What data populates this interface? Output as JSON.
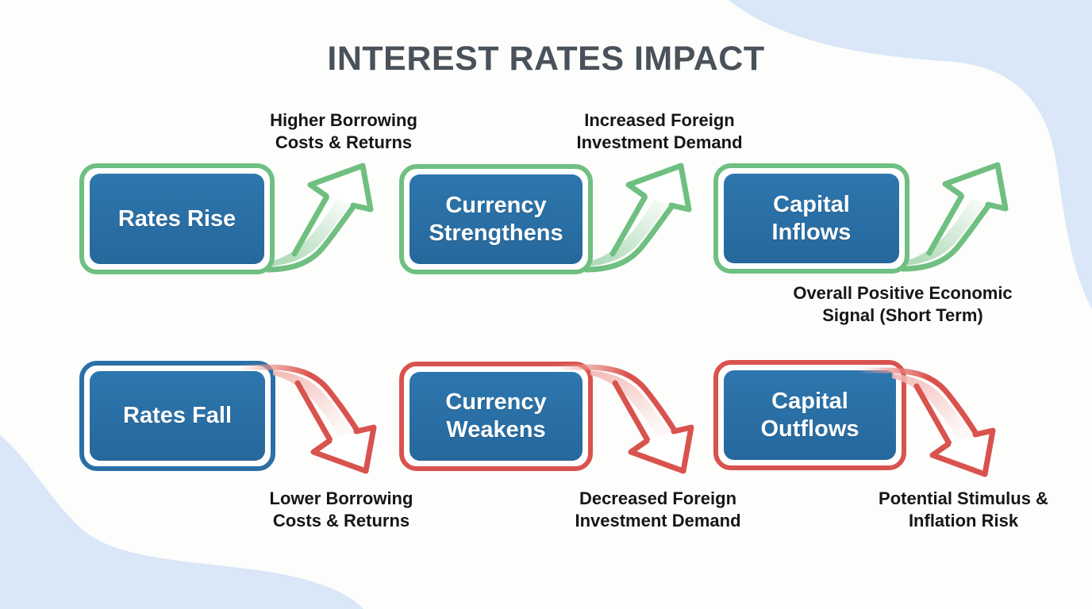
{
  "title": "INTEREST RATES IMPACT",
  "colors": {
    "box_fill_blue": "#2b70a8",
    "outline_green": "#6fbf81",
    "outline_red": "#d9534e",
    "outline_blue": "#2b6fa7",
    "corner_blob_blue": "#d9e7f8",
    "title_text": "#49525a",
    "label_text": "#161616",
    "box_text": "#ffffff"
  },
  "flows": [
    {
      "name": "rates-rise",
      "trend": "up",
      "steps": [
        {
          "box_line1": "Rates Rise",
          "box_line2": "",
          "label_line1": "Higher Borrowing",
          "label_line2": "Costs & Returns",
          "label_position": "above-arrow"
        },
        {
          "box_line1": "Currency",
          "box_line2": "Strengthens",
          "label_line1": "Increased Foreign",
          "label_line2": "Investment Demand",
          "label_position": "above-arrow"
        },
        {
          "box_line1": "Capital",
          "box_line2": "Inflows",
          "label_line1": "Overall Positive Economic",
          "label_line2": "Signal (Short Term)",
          "label_position": "below-arrow"
        }
      ]
    },
    {
      "name": "rates-fall",
      "trend": "down",
      "steps": [
        {
          "box_line1": "Rates Fall",
          "box_line2": "",
          "label_line1": "Lower Borrowing",
          "label_line2": "Costs & Returns",
          "label_position": "below-arrow"
        },
        {
          "box_line1": "Currency",
          "box_line2": "Weakens",
          "label_line1": "Decreased Foreign",
          "label_line2": "Investment Demand",
          "label_position": "below-arrow"
        },
        {
          "box_line1": "Capital",
          "box_line2": "Outflows",
          "label_line1": "Potential Stimulus &",
          "label_line2": "Inflation Risk",
          "label_position": "below-arrow"
        }
      ]
    }
  ]
}
